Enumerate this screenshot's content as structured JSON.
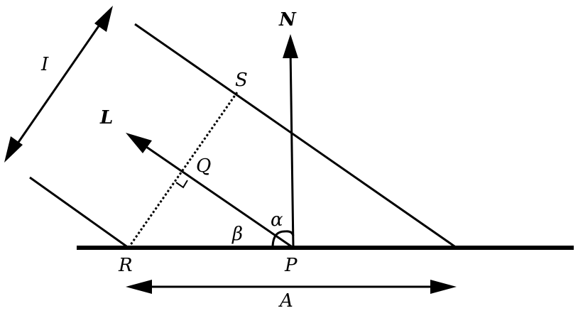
{
  "labels": {
    "normal": "N",
    "light": "L",
    "beam_width": "I",
    "area_width": "A",
    "point_S": "S",
    "point_Q": "Q",
    "point_R": "R",
    "point_P": "P",
    "angle_alpha": "α",
    "angle_beta": "β"
  },
  "colors": {
    "stroke": "#000000",
    "background": "#ffffff"
  }
}
